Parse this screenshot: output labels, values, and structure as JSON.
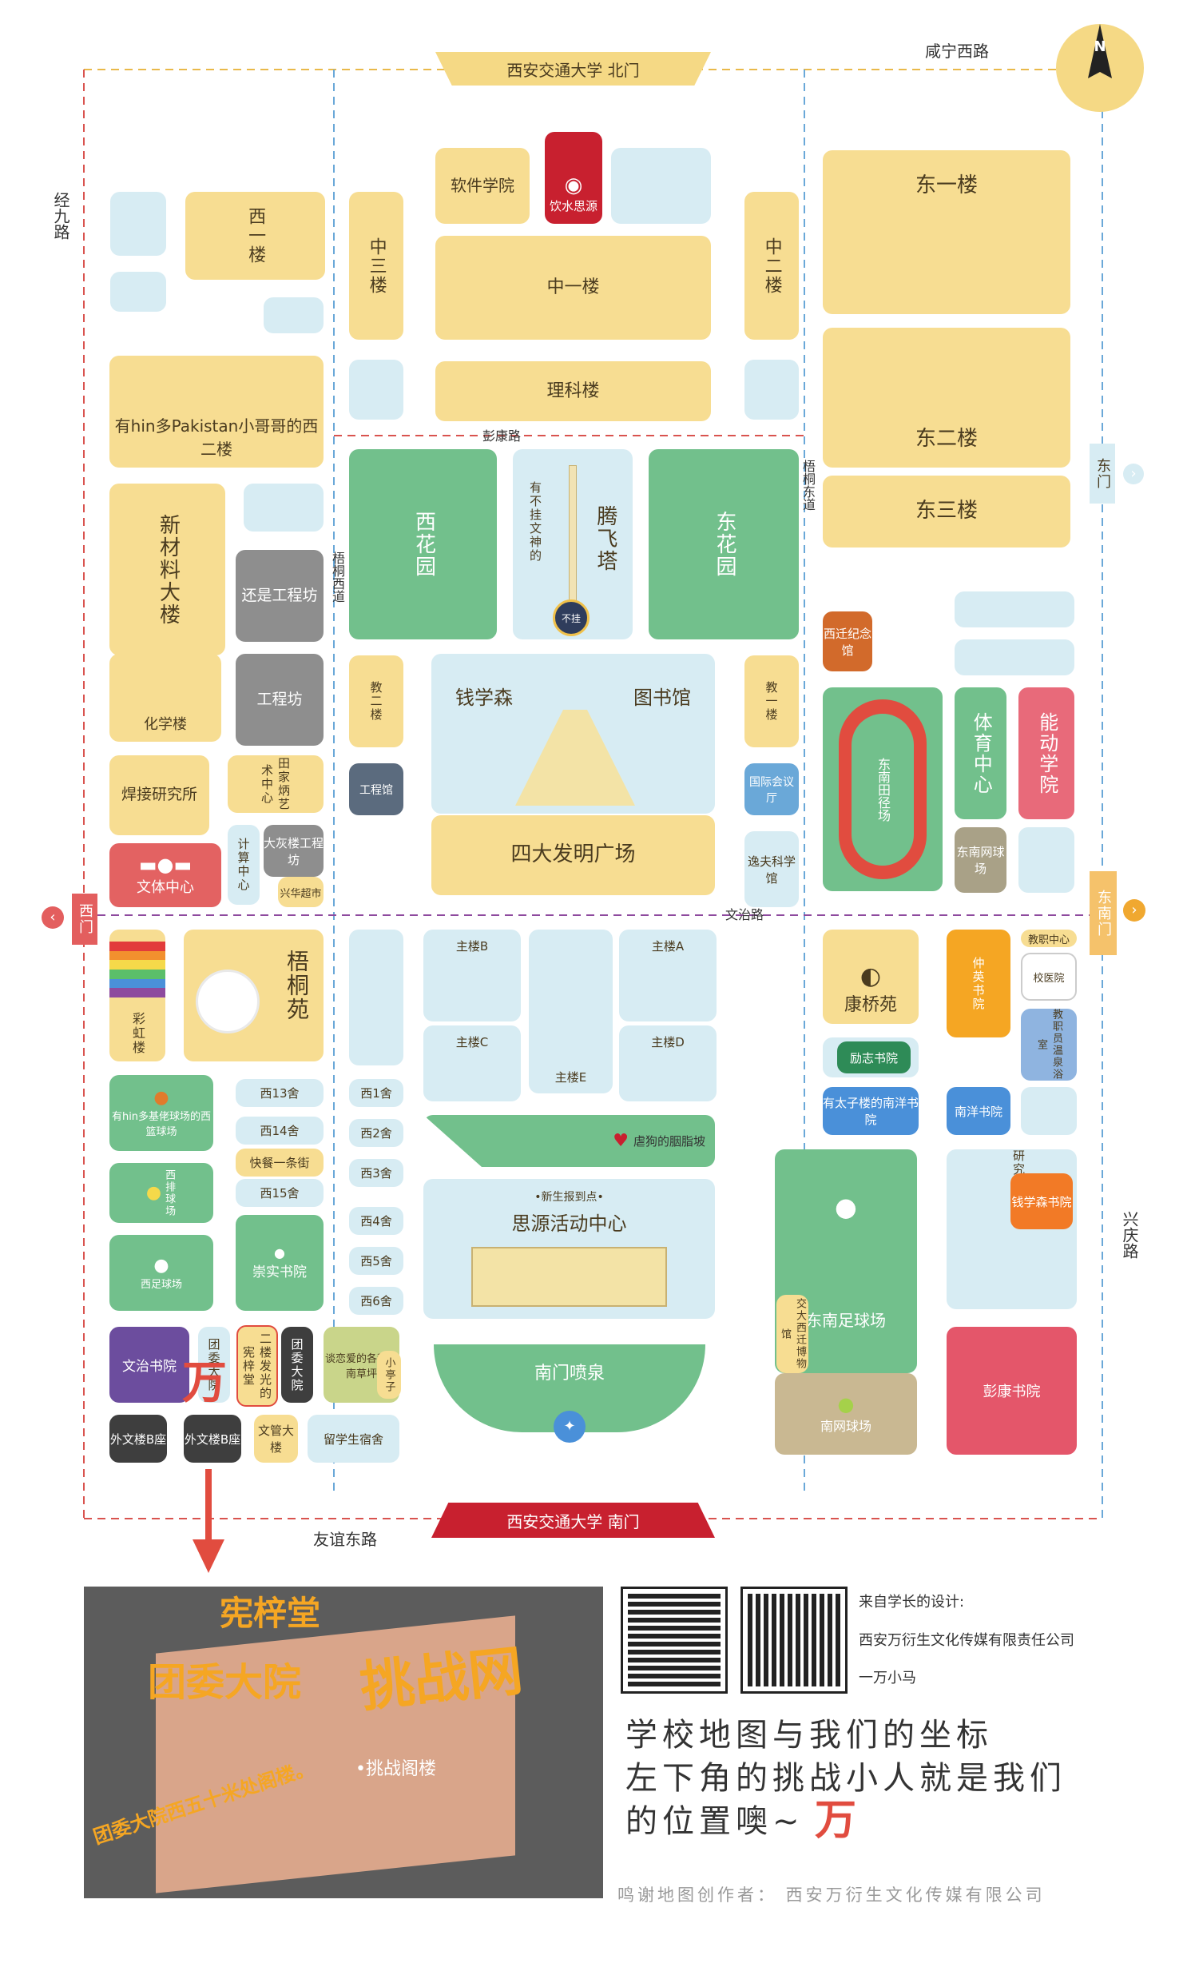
{
  "roads": {
    "north": "咸宁西路",
    "west": "经九路",
    "south": "友谊东路",
    "east": "兴庆路",
    "pengkang": "彭康路",
    "wenzhi": "文治路",
    "wutong_west": "梧桐西道",
    "wutong_east": "梧桐东道"
  },
  "gates": {
    "north": "西安交通大学 北门",
    "south": "西安交通大学 南门",
    "west": "西门",
    "east": "东门",
    "southeast": "东南门"
  },
  "compass": "N",
  "buildings": {
    "xi_yi": "西一楼",
    "xi_er": "有hin多Pakistan小哥哥的西二楼",
    "xin_cai": "新材料大楼",
    "huan_shi": "还是工程坊",
    "hua_xue": "化学楼",
    "gong_cheng": "工程坊",
    "han_jie": "焊接研究所",
    "tian_jia": "田家炳艺术中心",
    "ji_suan": "计算中心",
    "da_hui": "大灰楼工程坊",
    "xing_hua": "兴华超市",
    "wen_ti": "文体中心",
    "ruan_jian": "软件学院",
    "yin_shui": "饮水思源",
    "zhong_san": "中三楼",
    "zhong_yi": "中一楼",
    "zhong_er": "中二楼",
    "li_ke": "理科楼",
    "xi_hua": "西花园",
    "dong_hua": "东花园",
    "teng_fei": "腾飞塔",
    "teng_fei_note": "有不挂文神的",
    "bu_gua": "不挂",
    "qian": "钱学森",
    "tu_shu": "图书馆",
    "si_da": "四大发明广场",
    "jiao_er": "教二楼",
    "jiao_yi": "教一楼",
    "gong_cheng_guan": "工程馆",
    "guo_ji": "国际会议厅",
    "peng_kang_ke": "逸夫科学馆",
    "dong_yi": "东一楼",
    "dong_er": "东二楼",
    "dong_san": "东三楼",
    "xi_qian": "西迁纪念馆",
    "dong_nan_tian": "东南田径场",
    "ti_yu": "体育中心",
    "neng_dong": "能动学院",
    "dong_nan_wang": "东南网球场",
    "cai_hong": "彩虹楼",
    "wu_tong": "梧桐苑",
    "zhu_b": "主楼B",
    "zhu_a": "主楼A",
    "zhu_c": "主楼C",
    "zhu_d": "主楼D",
    "zhu_e": "主楼E",
    "xi_lan": "有hin多基佬球场的西篮球场",
    "xi_pai": "西排球场",
    "xi_zu": "西足球场",
    "xi13": "西13舍",
    "xi14": "西14舍",
    "kuai_can": "快餐一条街",
    "xi15": "西15舍",
    "chong_shi": "崇实书院",
    "xi1": "西1舍",
    "xi2": "西2舍",
    "xi3": "西3舍",
    "xi4": "西4舍",
    "xi5": "西5舍",
    "xi6": "西6舍",
    "nue_gou": "虐狗的胭脂坡",
    "xin_sheng": "•新生报到点•",
    "si_yuan": "思源活动中心",
    "nan_men_pen": "南门喷泉",
    "wen_zhi": "文治书院",
    "tuan_wei1": "团委大院",
    "er_lou": "二楼发光的宪梓堂",
    "tuan_wei2": "团委大院",
    "tan_lian": "谈恋爱的各种小南草坪",
    "xiao_ting": "小亭子",
    "wai_wen_b": "外文楼B座",
    "wai_wen_b2": "外文楼B座",
    "wen_guan": "文管大楼",
    "liu_xue": "留学生宿舍",
    "kang_qiao": "康桥苑",
    "zhong_ying": "仲英书院",
    "jiao_zhi": "教职中心",
    "xiao_yi": "校医院",
    "wen_quan": "教职员温泉浴室",
    "li_zhi": "励志书院",
    "nan_yang": "有太子楼的南洋书院",
    "nan_yang2": "南洋书院",
    "dong_nan_zu": "东南足球场",
    "bo_wu": "交大西迁博物馆",
    "nan_wang": "南网球场",
    "yan_jiu": "研究生宿舍",
    "qian_xue": "钱学森书院",
    "peng_kang": "彭康书院"
  },
  "poster": {
    "photo_tags": [
      "宪梓堂",
      "团委大院",
      "挑战网",
      "•挑战阁楼"
    ],
    "photo_caption": "团委大院西五十米处阁楼。",
    "credit_head": "来自学长的设计:",
    "credit_company": "西安万衍生文化传媒有限责任公司",
    "credit_name": "一万小马",
    "slogan1": "学校地图与我们的坐标",
    "slogan2": "左下角的挑战小人就是我们",
    "slogan3": "的位置噢~",
    "logo": "万",
    "thanks": "鸣谢地图创作者：  西安万衍生文化传媒有限公司"
  }
}
